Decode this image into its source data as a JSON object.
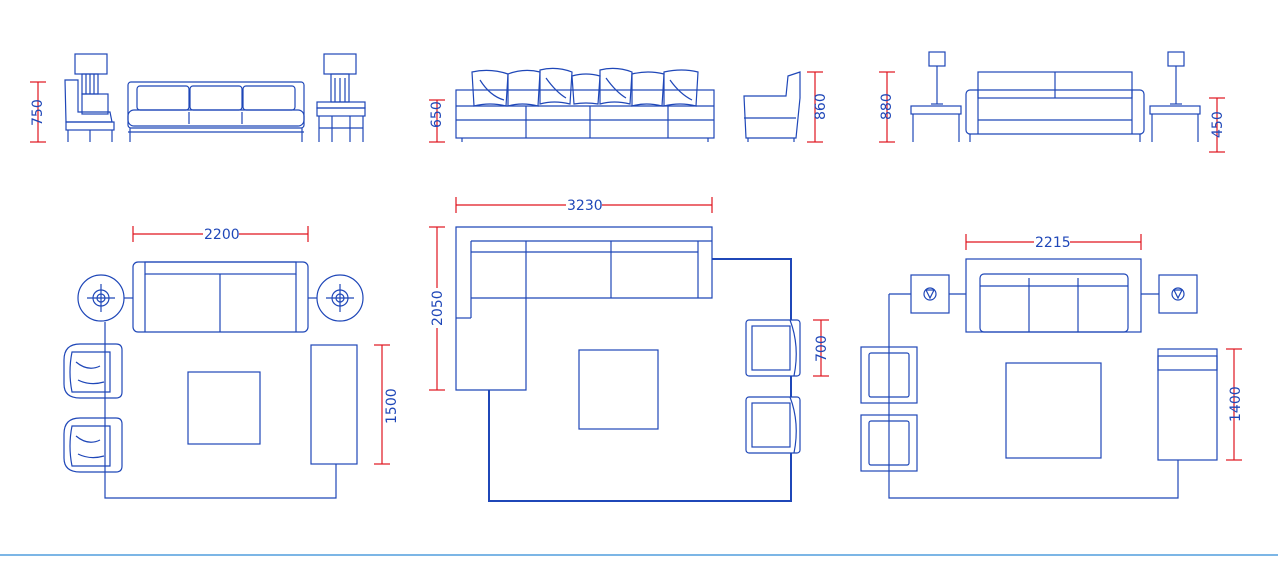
{
  "colors": {
    "line": "#1f47b8",
    "dimension": "#e0141e",
    "baseline": "#2e8bd6",
    "background": "#ffffff"
  },
  "elevations": {
    "left": {
      "height_label": "750"
    },
    "center": {
      "height_label_left": "650",
      "height_label_right": "860"
    },
    "right": {
      "height_label_left": "880",
      "height_label_right": "450"
    }
  },
  "plans": {
    "left": {
      "width_label": "2200",
      "depth_label": "1500"
    },
    "center": {
      "width_label": "3230",
      "depth_label_left": "2050",
      "depth_label_right": "700"
    },
    "right": {
      "width_label": "2215",
      "depth_label": "1400"
    }
  }
}
